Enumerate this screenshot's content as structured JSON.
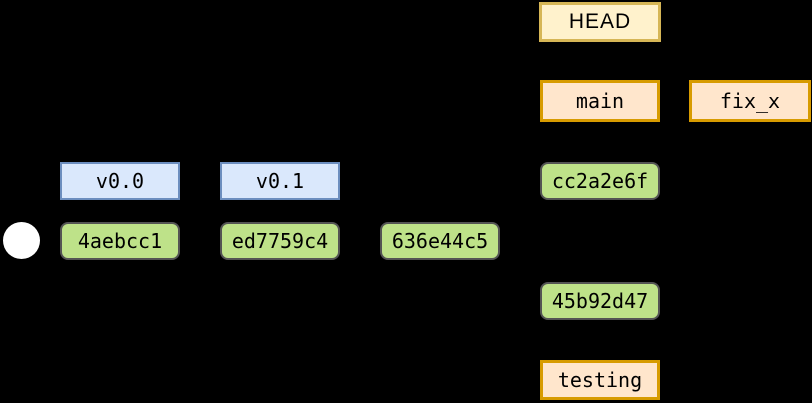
{
  "diagram": {
    "kind": "git-commit-graph",
    "nodes": {
      "head": {
        "label": "HEAD",
        "type": "pointer"
      },
      "main": {
        "label": "main",
        "type": "branch"
      },
      "fix_x": {
        "label": "fix_x",
        "type": "branch"
      },
      "testing": {
        "label": "testing",
        "type": "branch"
      },
      "v0_0": {
        "label": "v0.0",
        "type": "tag"
      },
      "v0_1": {
        "label": "v0.1",
        "type": "tag"
      },
      "c1": {
        "label": "4aebcc1",
        "type": "commit"
      },
      "c2": {
        "label": "ed7759c4",
        "type": "commit"
      },
      "c3": {
        "label": "636e44c5",
        "type": "commit"
      },
      "c4": {
        "label": "cc2a2e6f",
        "type": "commit"
      },
      "c5": {
        "label": "45b92d47",
        "type": "commit"
      }
    },
    "colors": {
      "background": "#000000",
      "head_fill": "#fff2cc",
      "head_stroke": "#d6b656",
      "branch_fill": "#ffe6cc",
      "branch_stroke": "#d79b00",
      "commit_fill": "#bee289",
      "commit_stroke": "#545454",
      "tag_fill": "#dae8fc",
      "tag_stroke": "#6c8ebf",
      "root_fill": "#ffffff",
      "text": "#000000"
    }
  }
}
